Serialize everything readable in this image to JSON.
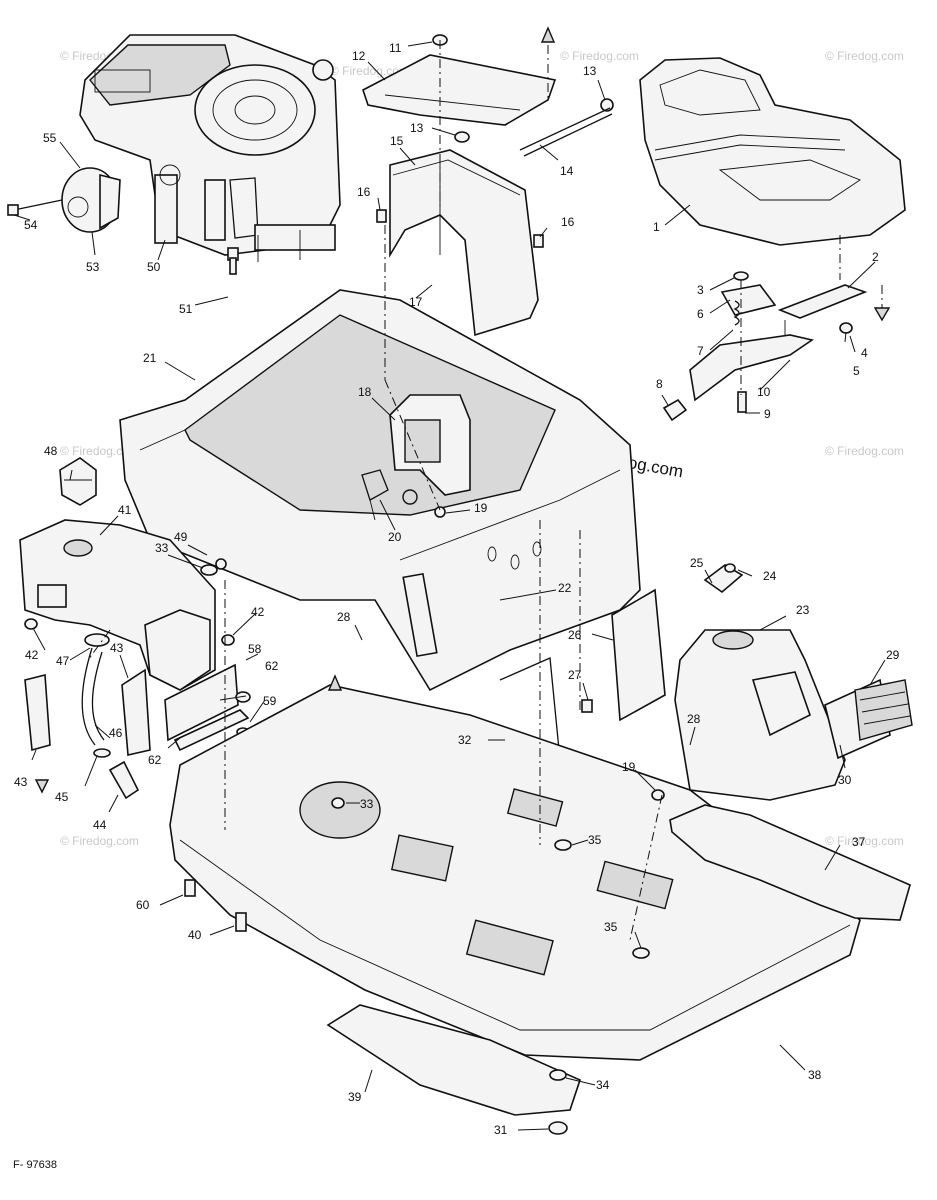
{
  "figure_number": "F- 97638",
  "watermark": {
    "small_text": "© Firedog.com",
    "large_text": "© Firedog.com"
  },
  "callouts": [
    {
      "id": "c1",
      "label": "1"
    },
    {
      "id": "c2",
      "label": "2"
    },
    {
      "id": "c3",
      "label": "3"
    },
    {
      "id": "c4",
      "label": "4"
    },
    {
      "id": "c5",
      "label": "5"
    },
    {
      "id": "c6",
      "label": "6"
    },
    {
      "id": "c7",
      "label": "7"
    },
    {
      "id": "c8",
      "label": "8"
    },
    {
      "id": "c9",
      "label": "9"
    },
    {
      "id": "c10",
      "label": "10"
    },
    {
      "id": "c11",
      "label": "11"
    },
    {
      "id": "c12",
      "label": "12"
    },
    {
      "id": "c13a",
      "label": "13"
    },
    {
      "id": "c13b",
      "label": "13"
    },
    {
      "id": "c14",
      "label": "14"
    },
    {
      "id": "c15",
      "label": "15"
    },
    {
      "id": "c16a",
      "label": "16"
    },
    {
      "id": "c16b",
      "label": "16"
    },
    {
      "id": "c17",
      "label": "17"
    },
    {
      "id": "c18",
      "label": "18"
    },
    {
      "id": "c19a",
      "label": "19"
    },
    {
      "id": "c19b",
      "label": "19"
    },
    {
      "id": "c20",
      "label": "20"
    },
    {
      "id": "c21",
      "label": "21"
    },
    {
      "id": "c22",
      "label": "22"
    },
    {
      "id": "c23",
      "label": "23"
    },
    {
      "id": "c24",
      "label": "24"
    },
    {
      "id": "c25",
      "label": "25"
    },
    {
      "id": "c26",
      "label": "26"
    },
    {
      "id": "c27",
      "label": "27"
    },
    {
      "id": "c28a",
      "label": "28"
    },
    {
      "id": "c28b",
      "label": "28"
    },
    {
      "id": "c29",
      "label": "29"
    },
    {
      "id": "c30",
      "label": "30"
    },
    {
      "id": "c31",
      "label": "31"
    },
    {
      "id": "c32",
      "label": "32"
    },
    {
      "id": "c33a",
      "label": "33"
    },
    {
      "id": "c33b",
      "label": "33"
    },
    {
      "id": "c34",
      "label": "34"
    },
    {
      "id": "c35a",
      "label": "35"
    },
    {
      "id": "c35b",
      "label": "35"
    },
    {
      "id": "c37",
      "label": "37"
    },
    {
      "id": "c38",
      "label": "38"
    },
    {
      "id": "c39",
      "label": "39"
    },
    {
      "id": "c40",
      "label": "40"
    },
    {
      "id": "c41",
      "label": "41"
    },
    {
      "id": "c42a",
      "label": "42"
    },
    {
      "id": "c42b",
      "label": "42"
    },
    {
      "id": "c43a",
      "label": "43"
    },
    {
      "id": "c43b",
      "label": "43"
    },
    {
      "id": "c44",
      "label": "44"
    },
    {
      "id": "c45",
      "label": "45"
    },
    {
      "id": "c46",
      "label": "46"
    },
    {
      "id": "c47",
      "label": "47"
    },
    {
      "id": "c48",
      "label": "48"
    },
    {
      "id": "c49",
      "label": "49"
    },
    {
      "id": "c50",
      "label": "50"
    },
    {
      "id": "c51",
      "label": "51"
    },
    {
      "id": "c53",
      "label": "53"
    },
    {
      "id": "c54",
      "label": "54"
    },
    {
      "id": "c55",
      "label": "55"
    },
    {
      "id": "c58",
      "label": "58"
    },
    {
      "id": "c59",
      "label": "59"
    },
    {
      "id": "c60",
      "label": "60"
    },
    {
      "id": "c62a",
      "label": "62"
    },
    {
      "id": "c62b",
      "label": "62"
    }
  ]
}
